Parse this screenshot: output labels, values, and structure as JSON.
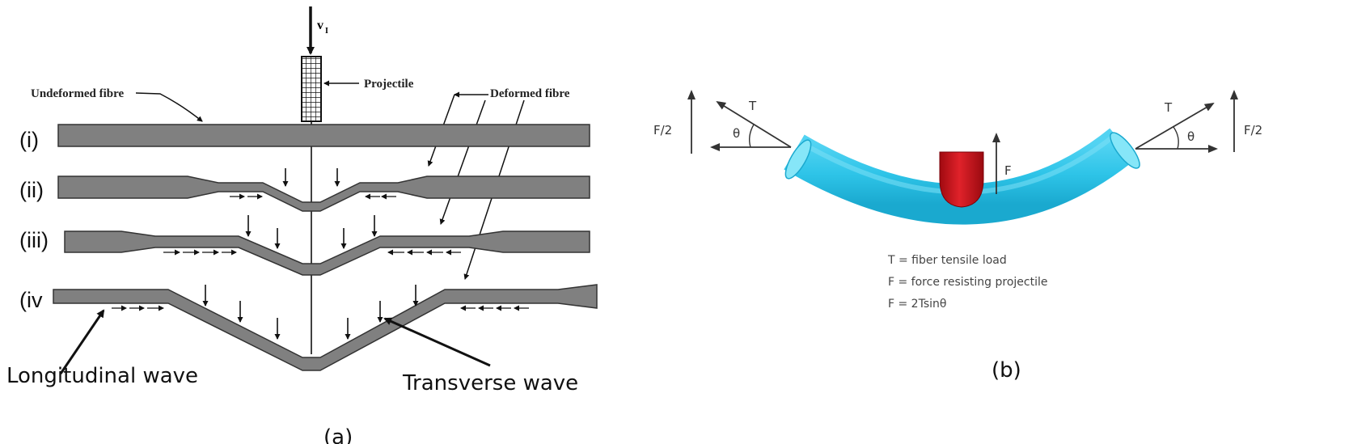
{
  "panel_a": {
    "velocity_label": "v",
    "velocity_subscript": "I",
    "projectile_label": "Projectile",
    "undeformed_label": "Undeformed fibre",
    "deformed_label": "Deformed fibre",
    "rows": [
      "(i)",
      "(ii)",
      "(iii)",
      "(iv"
    ],
    "longitudinal_label": "Longitudinal wave",
    "transverse_label": "Transverse wave",
    "caption": "(a)"
  },
  "panel_b": {
    "left_force": "F/2",
    "right_force": "F/2",
    "left_tension": "T",
    "right_tension": "T",
    "left_angle": "θ",
    "right_angle": "θ",
    "resist_force": "F",
    "legend": [
      "T = fiber tensile load",
      "F = force resisting projectile",
      "F = 2Tsinθ"
    ],
    "caption": "(b)"
  },
  "colors": {
    "fibre_fill": "#808080",
    "fibre_edge": "#333333",
    "fiber_b": "#2ec4e8",
    "fiber_b_end": "#7fe3f7",
    "projectile_b": "#d0141c"
  }
}
